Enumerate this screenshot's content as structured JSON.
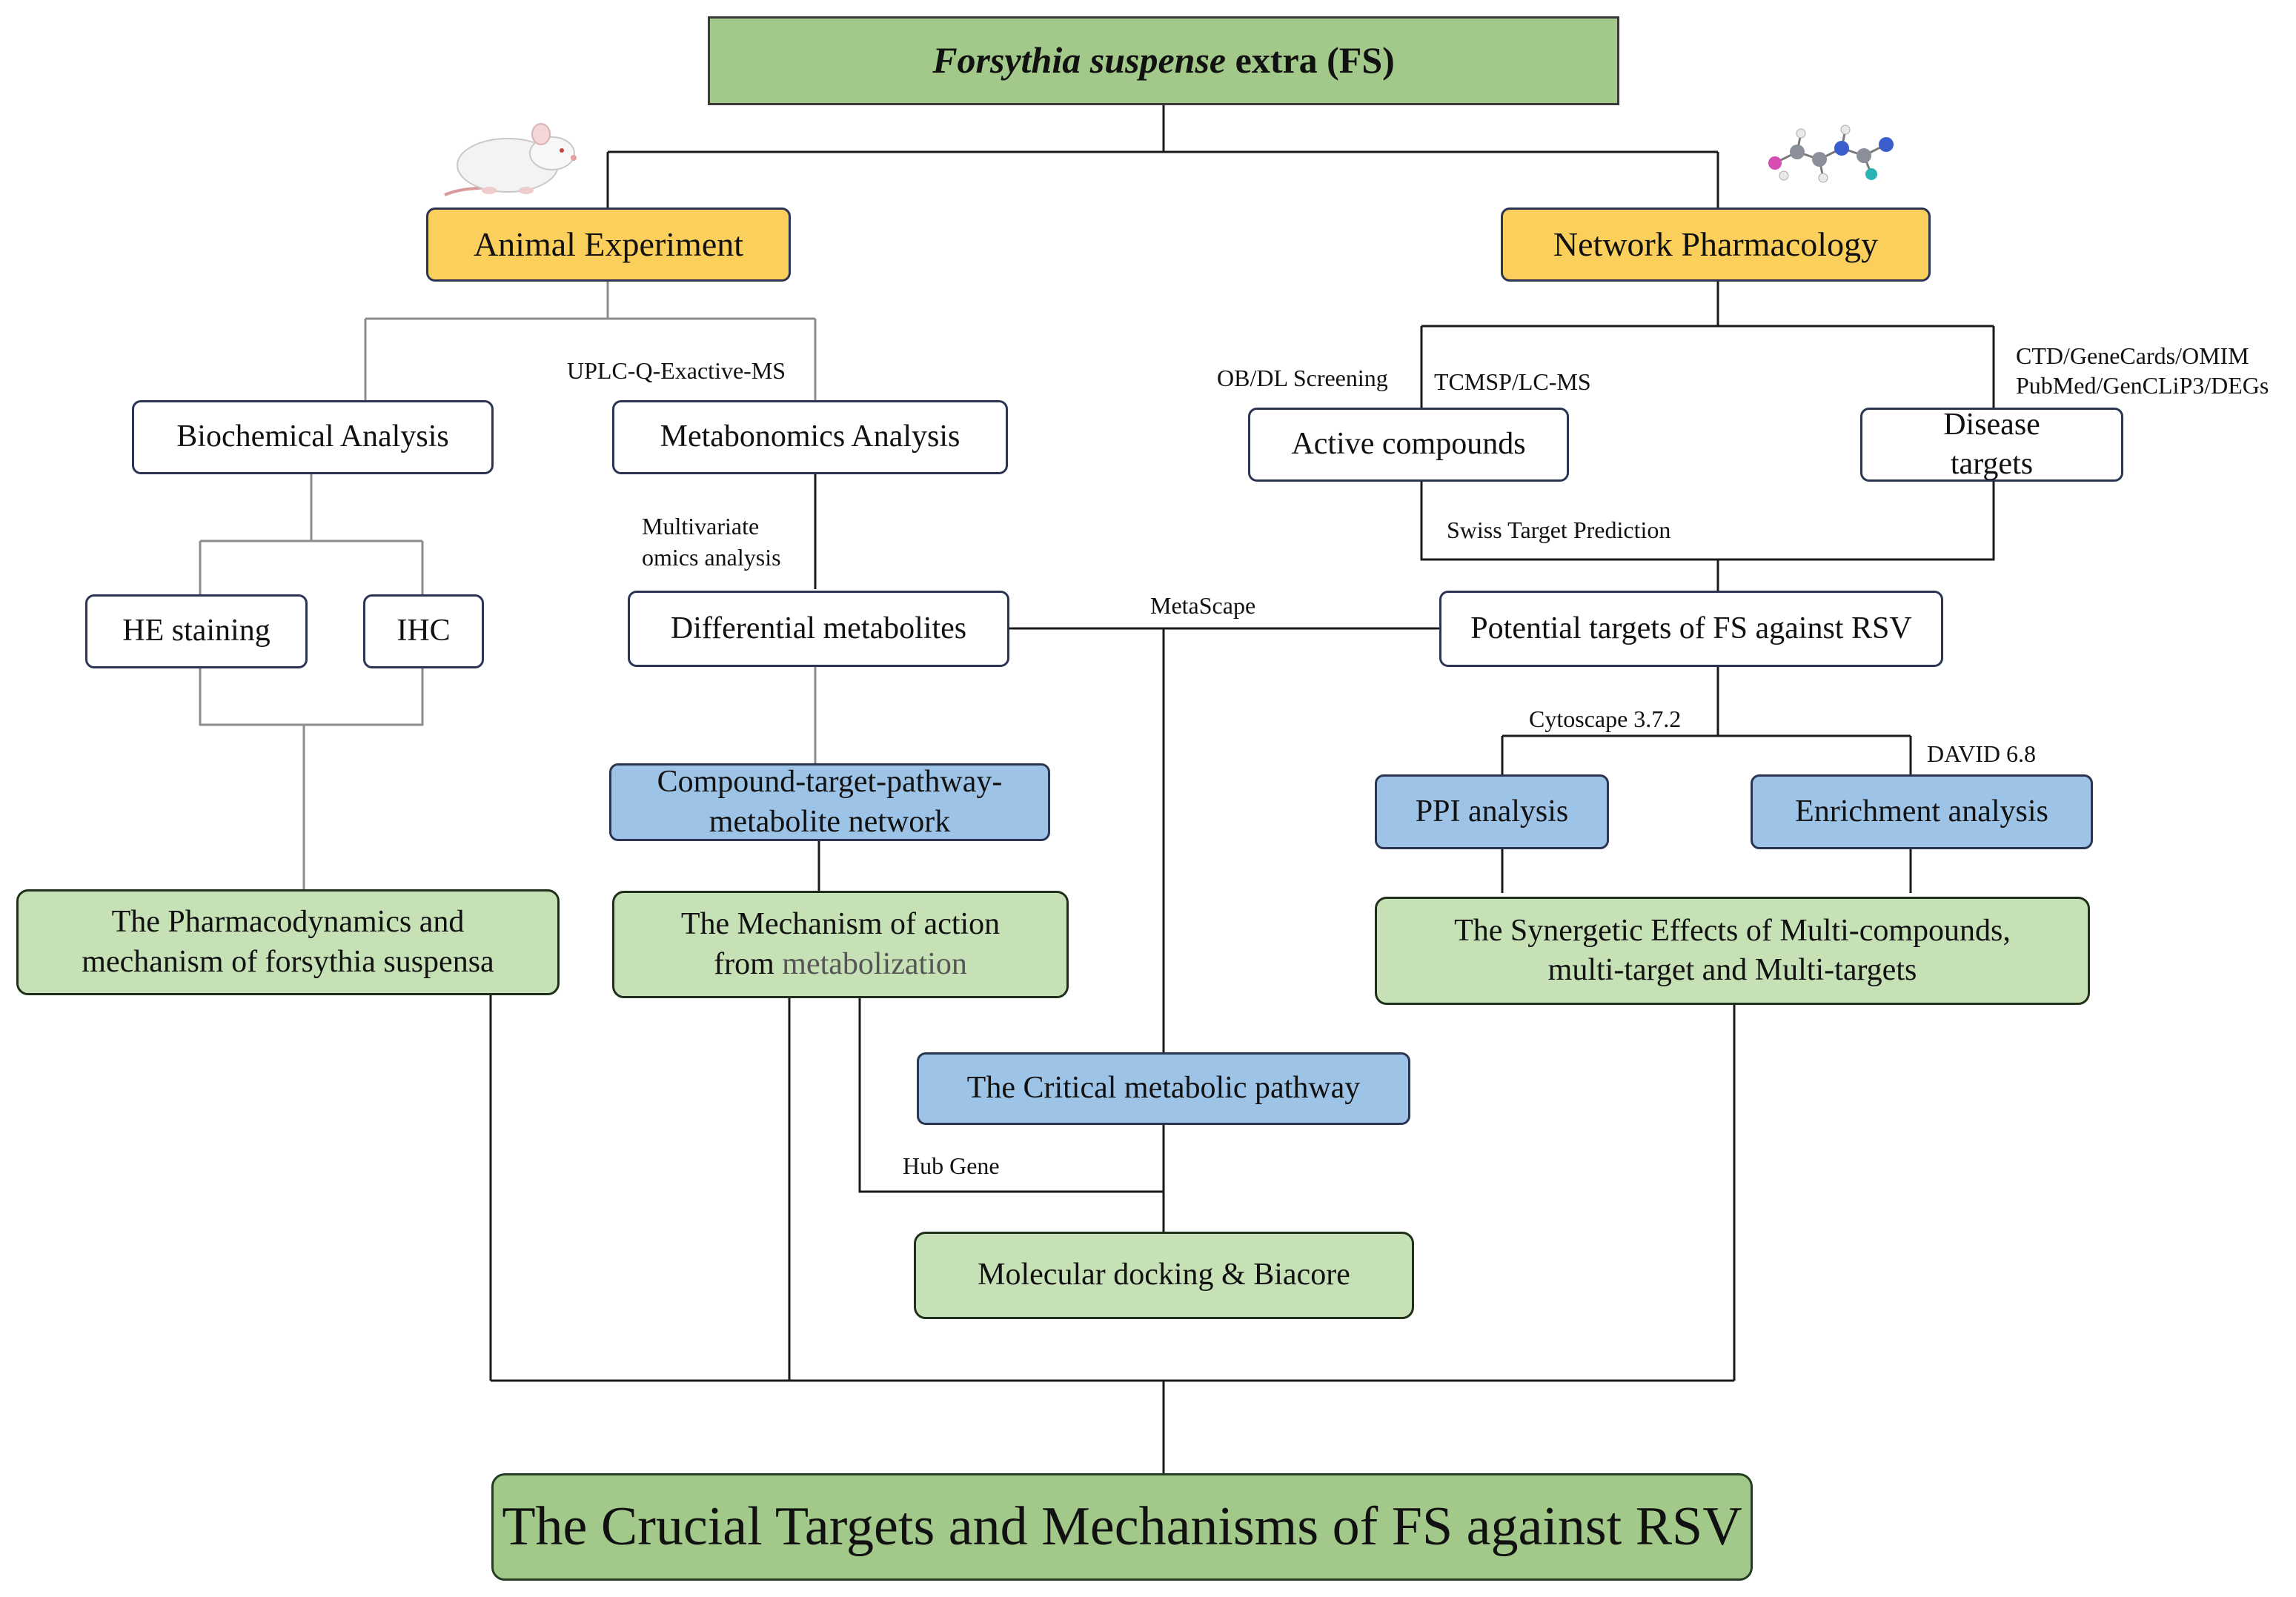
{
  "top": {
    "italic": "Forsythia suspense",
    "rest": " extra (FS)"
  },
  "animal_experiment": "Animal Experiment",
  "network_pharmacology": "Network Pharmacology",
  "biochemical_analysis": "Biochemical Analysis",
  "metabonomics_analysis": "Metabonomics Analysis",
  "he_staining": "HE staining",
  "ihc": "IHC",
  "differential_metabolites": "Differential metabolites",
  "active_compounds": "Active compounds",
  "disease_targets": {
    "line1": "Disease",
    "line2": "targets"
  },
  "potential_targets": "Potential targets of FS against RSV",
  "ctp_network": {
    "line1": "Compound-target-pathway-",
    "line2": "metabolite network"
  },
  "ppi_analysis": "PPI analysis",
  "enrichment_analysis": "Enrichment analysis",
  "pharmacodynamics": {
    "line1": "The Pharmacodynamics and",
    "line2": "mechanism of forsythia suspensa"
  },
  "mechanism_action": {
    "line1": "The Mechanism of action",
    "line2a": "from ",
    "line2b": "metabolization"
  },
  "synergetic": {
    "line1": "The Synergetic Effects of Multi-compounds,",
    "line2": "multi-target and Multi-targets"
  },
  "critical_pathway": "The Critical metabolic pathway",
  "molecular_docking": "Molecular docking & Biacore",
  "final": "The Crucial Targets and Mechanisms of FS against RSV",
  "labels": {
    "uplc": "UPLC-Q-Exactive-MS",
    "ob_dl": "OB/DL Screening",
    "tcmsp": "TCMSP/LC-MS",
    "ctd_line1": "CTD/GeneCards/OMIM",
    "ctd_line2": "PubMed/GenCLiP3/DEGs",
    "multivariate_line1": "Multivariate",
    "multivariate_line2": "omics analysis",
    "swiss": "Swiss Target Prediction",
    "metascape": "MetaScape",
    "cytoscape": "Cytoscape 3.7.2",
    "david": "DAVID 6.8",
    "hub_gene": "Hub Gene"
  },
  "icons": {
    "left": "white-rat-icon",
    "right": "molecule-model-icon"
  }
}
